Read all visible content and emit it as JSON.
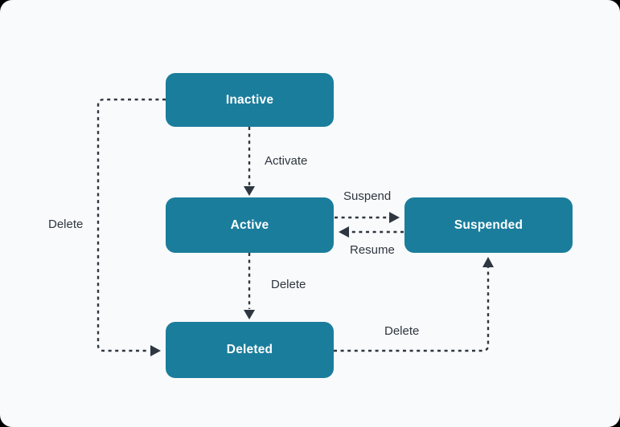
{
  "colors": {
    "page_background": "#000000",
    "canvas_background": "#f9fafb",
    "node_fill": "#1b7d9c",
    "node_text": "#ffffff",
    "line": "#2e3640",
    "label_text": "#2e3640"
  },
  "diagram": {
    "type": "state-diagram",
    "nodes": [
      {
        "id": "inactive",
        "label": "Inactive"
      },
      {
        "id": "active",
        "label": "Active"
      },
      {
        "id": "suspended",
        "label": "Suspended"
      },
      {
        "id": "deleted",
        "label": "Deleted"
      }
    ],
    "edges": [
      {
        "from": "Inactive",
        "to": "Active",
        "label": "Activate"
      },
      {
        "from": "Active",
        "to": "Suspended",
        "label": "Suspend"
      },
      {
        "from": "Suspended",
        "to": "Active",
        "label": "Resume"
      },
      {
        "from": "Active",
        "to": "Deleted",
        "label": "Delete"
      },
      {
        "from": "Inactive",
        "to": "Deleted",
        "label": "Delete"
      },
      {
        "from": "Deleted",
        "to": "Suspended",
        "label": "Delete"
      }
    ]
  }
}
